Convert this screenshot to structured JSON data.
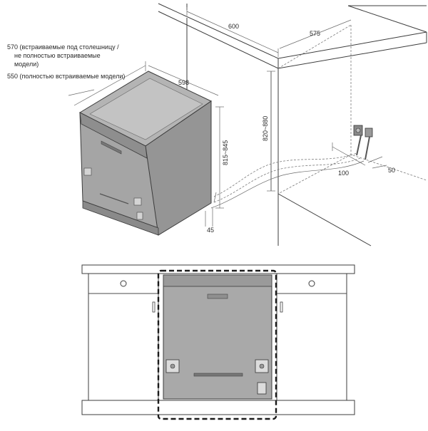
{
  "notes": {
    "depth_note_line1": "570 (встраиваемые под столешницу /",
    "depth_note_line2": "не полностью встраиваемые",
    "depth_note_line3": "модели)",
    "depth_note_line4": "550 (полностью встраиваемые модели)"
  },
  "dimensions": {
    "niche_width": "600",
    "niche_depth": "575",
    "unit_width": "598",
    "height_range_unit": "815~845",
    "height_range_niche": "820~880",
    "hose_offset_side": "100",
    "hose_offset_back": "50",
    "plinth_depth": "45"
  },
  "colors": {
    "appliance_fill": "#a9a9a9",
    "appliance_dark": "#8e8e8e",
    "cabinet_fill": "#ffffff",
    "line": "#3c3c3c"
  }
}
